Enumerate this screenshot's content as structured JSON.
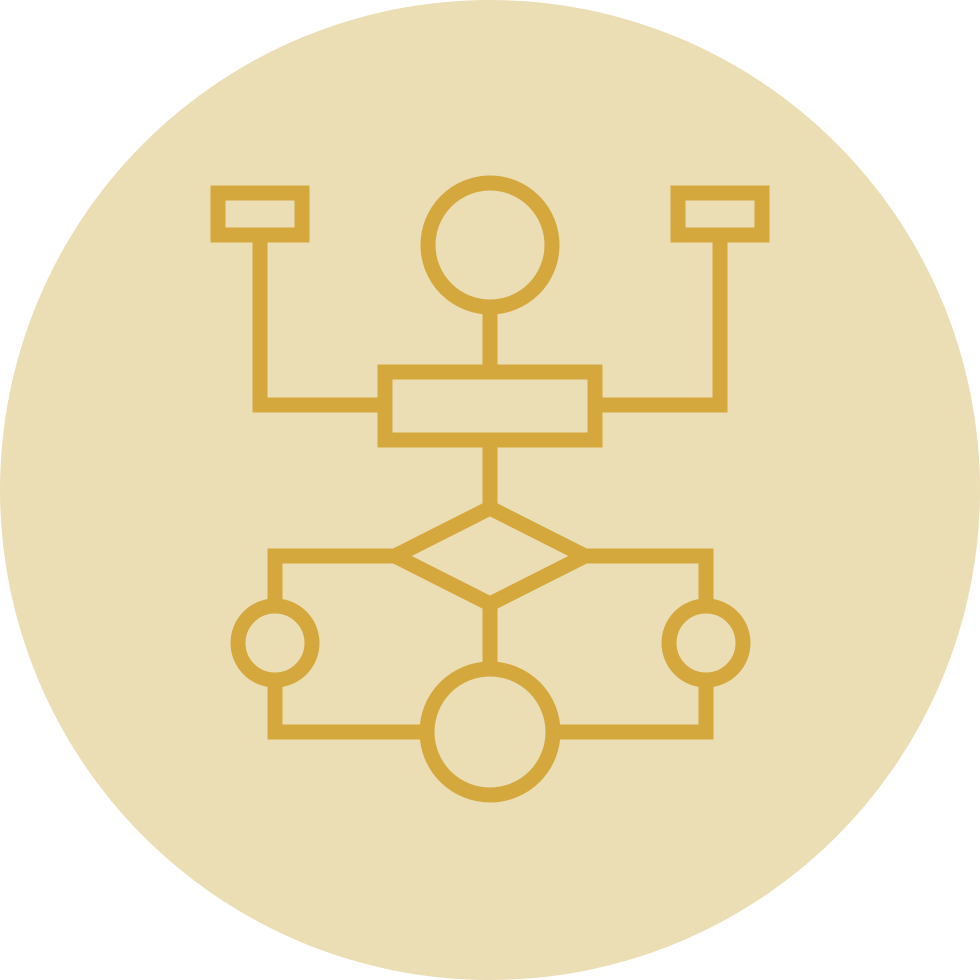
{
  "icon": {
    "name": "flowchart-icon",
    "description_shown": "",
    "colors": {
      "background_circle": "#EBDDB4",
      "stroke": "#D4A83C"
    },
    "elements": [
      "top-left-rectangle",
      "top-right-rectangle",
      "start-circle",
      "process-rectangle",
      "decision-diamond",
      "left-connector-circle",
      "right-connector-circle",
      "end-circle"
    ]
  }
}
